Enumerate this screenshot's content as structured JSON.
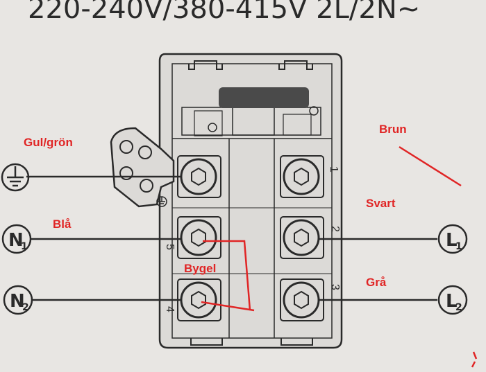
{
  "heading": "220-240V/380-415V 2L/2N~",
  "terminals": {
    "ground_symbol": "earth-icon",
    "neutral_1": {
      "letter": "N",
      "index": "1"
    },
    "neutral_2": {
      "letter": "N",
      "index": "2"
    },
    "line_1": {
      "letter": "L",
      "index": "1"
    },
    "line_2": {
      "letter": "L",
      "index": "2"
    },
    "numbers": {
      "t1": "1",
      "t2": "2",
      "t3": "3",
      "t4": "4",
      "t5": "5"
    }
  },
  "annotations": {
    "ground": "Gul/grön",
    "neutral": "Blå",
    "jumper": "Bygel",
    "line_brown": "Brun",
    "line_black": "Svart",
    "line_grey": "Grå"
  },
  "colors": {
    "annotation": "#e02525",
    "ink": "#2a2a2a",
    "paper": "#e8e6e3",
    "block": "#d9d7d4"
  }
}
